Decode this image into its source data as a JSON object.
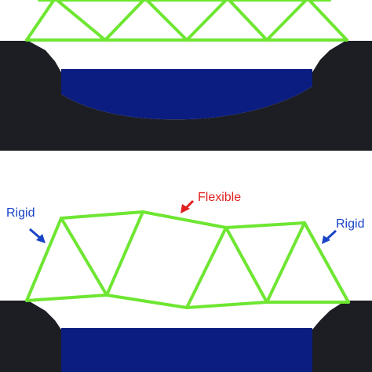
{
  "panels": {
    "top": {
      "description_free": true
    },
    "bottom": {
      "labels": {
        "left": "Rigid",
        "middle": "Flexible",
        "right": "Rigid"
      }
    }
  },
  "colors": {
    "truss": "#6ee632",
    "ground": "#1c1e24",
    "water": "#0b1d80",
    "rigid_label": "#1a44c8",
    "flexible_label": "#e02020",
    "background": "#ffffff"
  }
}
